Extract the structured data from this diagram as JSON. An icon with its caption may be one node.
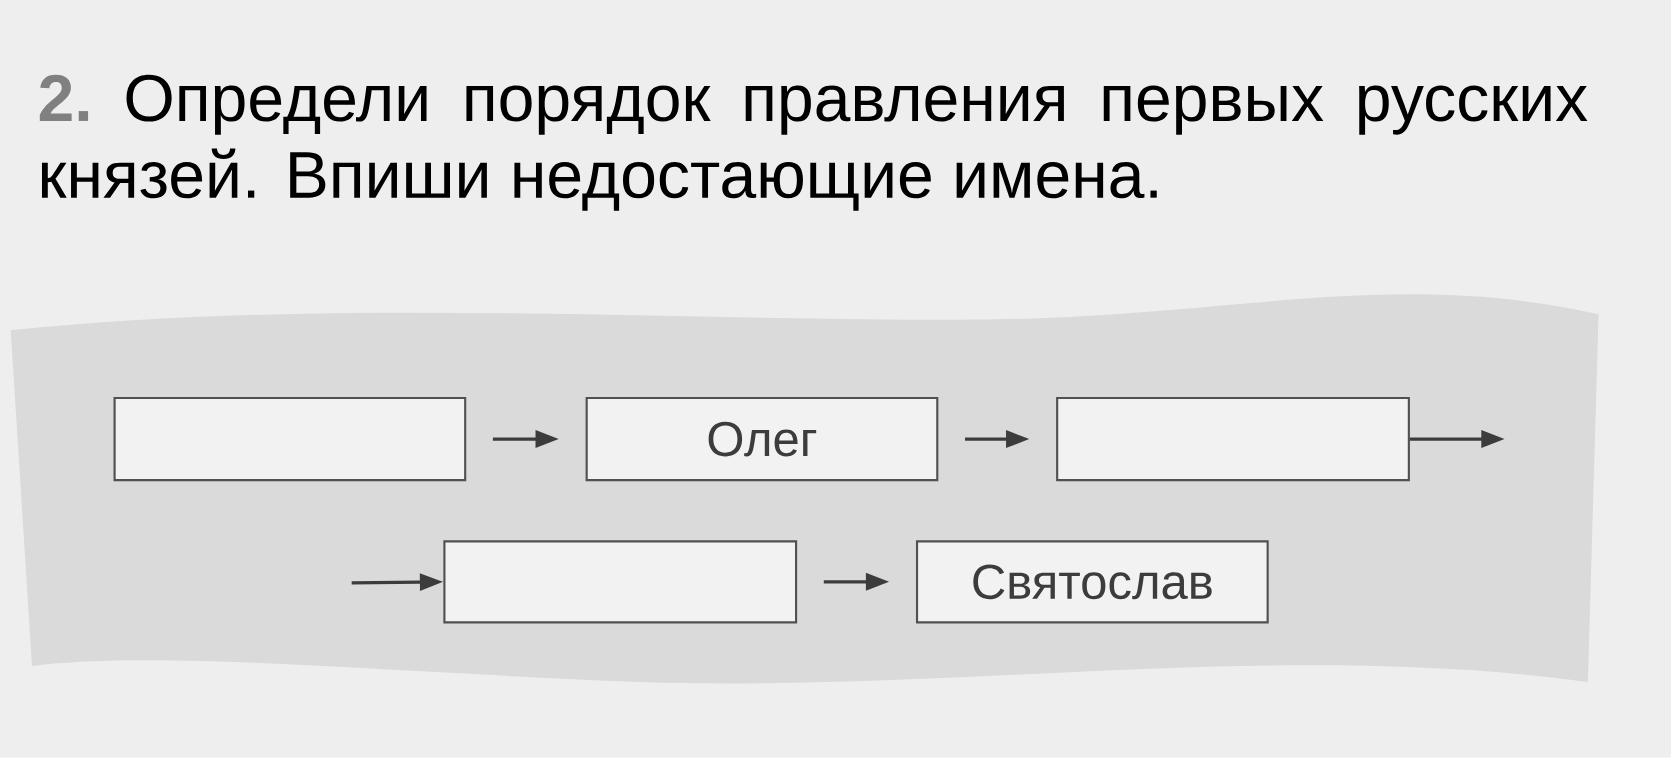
{
  "diagram": {
    "title": "Определи порядок правления первых русских князей. Впиши недостающие имена.",
    "nodes": [
      {
        "text": [],
        "shape": "box"
      },
      {
        "text": [
          "Олег"
        ]
      },
      {
        "text": [],
        "shape": "box"
      },
      {
        "text": [],
        "shape": "box"
      },
      {
        "text": [
          "Святослав"
        ]
      }
    ],
    "edges": [
      {
        "from": 0,
        "to": 1,
        "arrow": "to"
      },
      {
        "from": 1,
        "to": 2,
        "arrow": "to"
      },
      {
        "from": 2,
        "to": null,
        "arrow": "to"
      },
      {
        "from": null,
        "to": 3,
        "arrow": "to"
      },
      {
        "from": 3,
        "to": 4,
        "arrow": "to"
      }
    ],
    "labels": [
      "2."
    ]
  }
}
